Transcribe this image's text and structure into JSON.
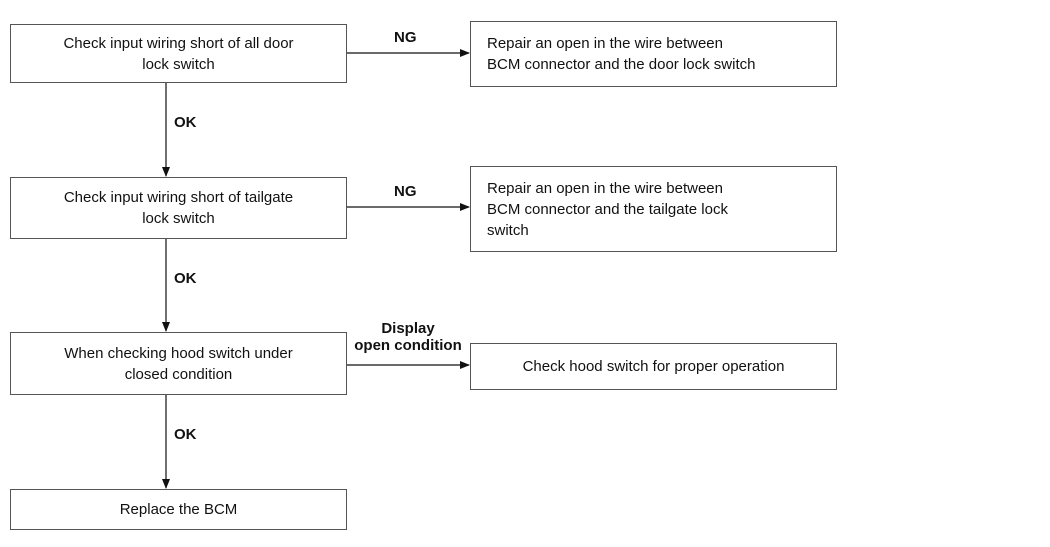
{
  "steps": [
    {
      "check": "Check input wiring short of all door\nlock switch",
      "branch_label": "NG",
      "branch_action": "Repair an open in the wire between\nBCM connector and the door lock switch",
      "next_label": "OK"
    },
    {
      "check": "Check input wiring short of tailgate\nlock switch",
      "branch_label": "NG",
      "branch_action": "Repair an open in the wire between\nBCM connector and the tailgate lock\nswitch",
      "next_label": "OK"
    },
    {
      "check": "When checking hood switch under\nclosed condition",
      "branch_label": "Display\nopen condition",
      "branch_action": "Check hood switch for proper operation",
      "next_label": "OK"
    }
  ],
  "final_action": "Replace the BCM"
}
